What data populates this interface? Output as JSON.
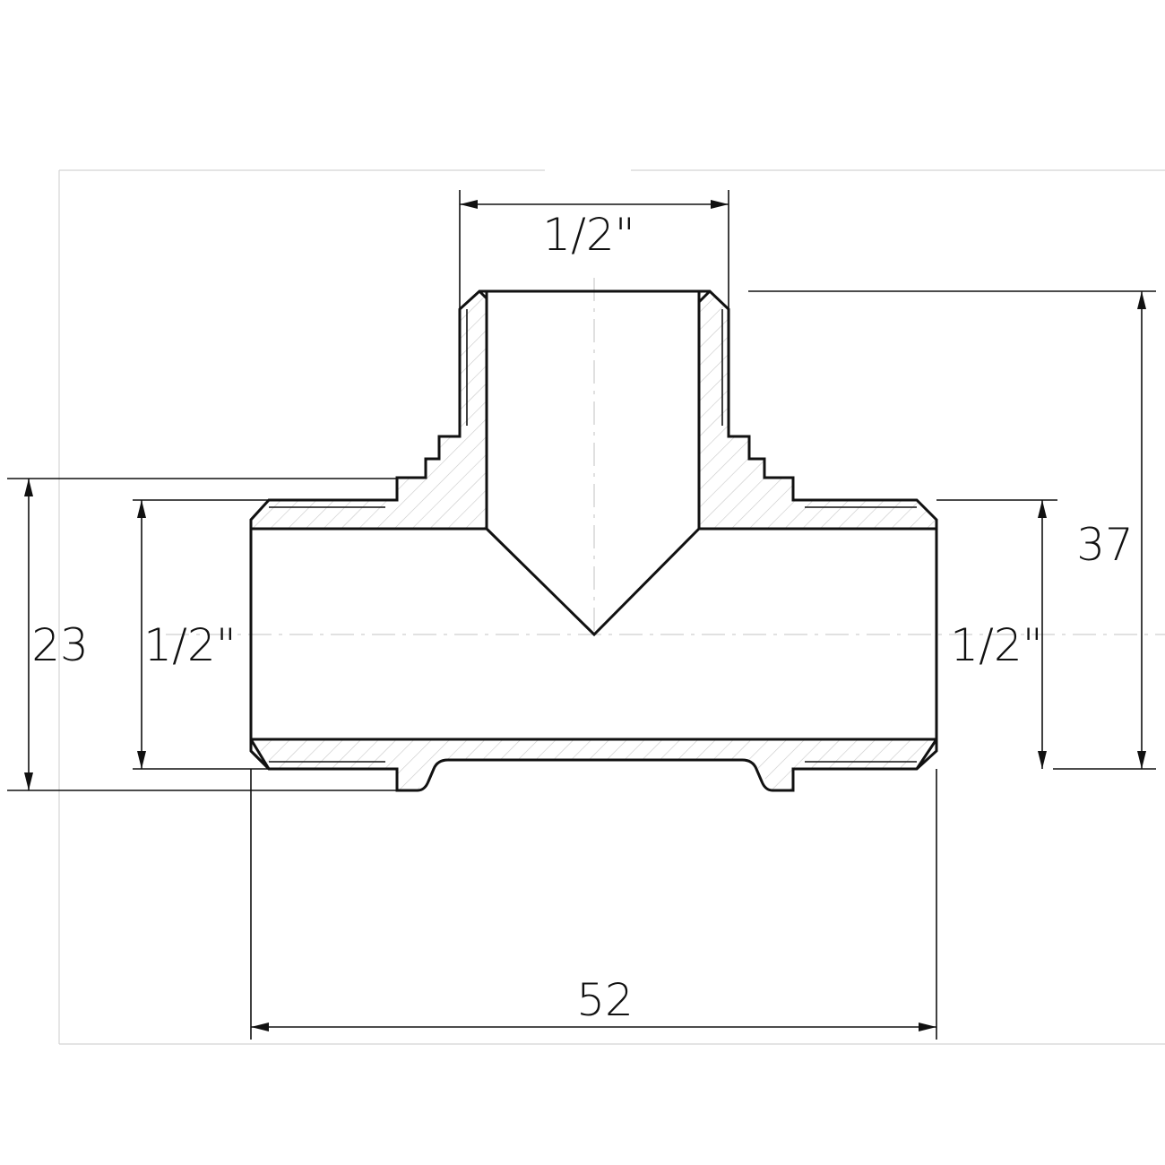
{
  "drawing": {
    "part": "tee-fitting",
    "dimensions": {
      "top_thread": "1/2\"",
      "left_thread": "1/2\"",
      "right_thread": "1/2\"",
      "left_height": "23",
      "right_height": "37",
      "overall_length": "52"
    },
    "colors": {
      "line": "#111111",
      "frame": "#d4d4d4",
      "hatch": "#c8c8c8",
      "background": "#ffffff"
    }
  }
}
